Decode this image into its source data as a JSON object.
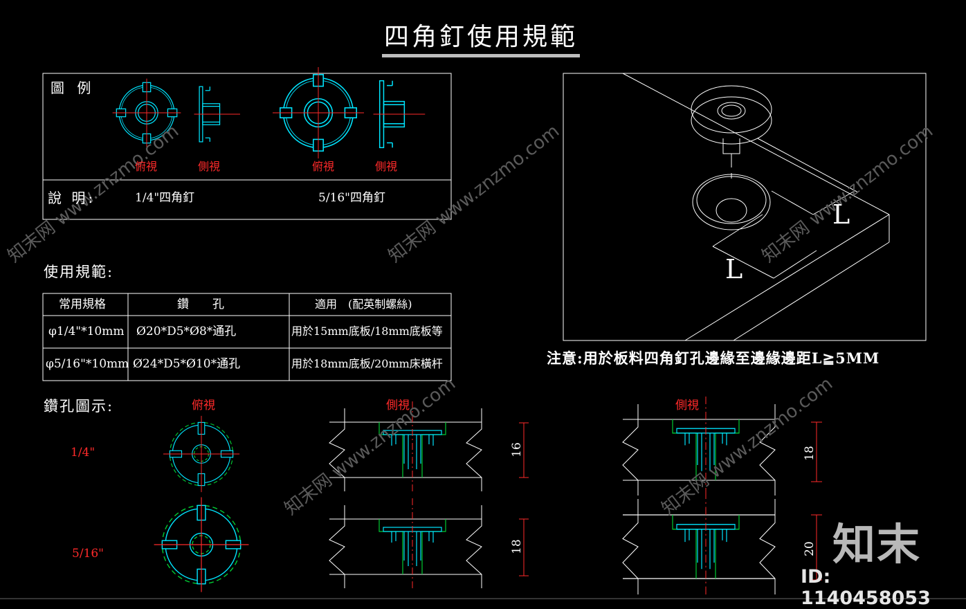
{
  "title": "四角釘使用規範",
  "legend_box": {
    "heading": "圖 例",
    "items": [
      {
        "view_top": "俯視",
        "view_side": "側視"
      },
      {
        "view_top": "俯視",
        "view_side": "側視"
      }
    ],
    "desc_label": "說 明:",
    "desc_items": [
      "1/4\"四角釘",
      "5/16\"四角釘"
    ]
  },
  "usage": {
    "heading": "使用規範:",
    "columns": [
      "常用規格",
      "鑽　　孔",
      "適用　(配英制螺絲)"
    ],
    "rows": [
      [
        "φ1/4\"*10mm",
        "Ø20*D5*Ø8*通孔",
        "用於15mm底板/18mm底板等"
      ],
      [
        "φ5/16\"*10mm",
        "Ø24*D5*Ø10*通孔",
        "用於18mm底板/20mm床橫杆"
      ]
    ]
  },
  "iso": {
    "dim_label_1": "L",
    "dim_label_2": "L",
    "note": "注意:用於板料四角釘孔邊緣至邊緣邊距L≧5MM"
  },
  "drill": {
    "heading": "鑽孔圖示:",
    "top_view_label": "俯視",
    "side_view_label_1": "側視",
    "side_view_label_2": "側視",
    "size_labels": [
      "1/4\"",
      "5/16\""
    ],
    "dims": [
      "16",
      "18",
      "18",
      "20"
    ]
  },
  "watermark": {
    "brand": "知末",
    "id": "ID: 1140458053",
    "diag_texts": [
      "知末网 www.znzmo.com"
    ]
  },
  "colors": {
    "background": "#000000",
    "line": "#ffffff",
    "part": "#00e5ff",
    "hole": "#00cc33",
    "center": "#ff2a2a",
    "label_red": "#ff2a2a"
  }
}
